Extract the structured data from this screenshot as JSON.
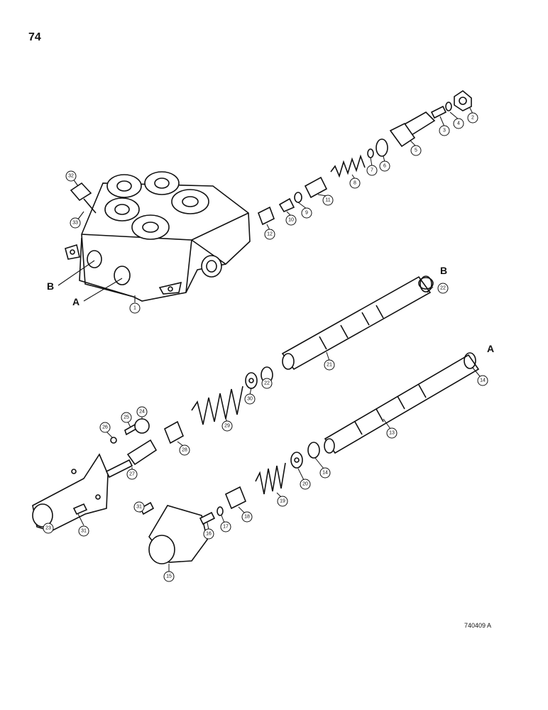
{
  "page_number": "74",
  "figure_ref": "740409 A",
  "port_labels": {
    "b_left": "B",
    "a_left": "A",
    "b_right": "B",
    "a_right": "A"
  },
  "callouts": {
    "c1": "1",
    "c2": "2",
    "c3": "3",
    "c4": "4",
    "c5": "5",
    "c6": "6",
    "c7": "7",
    "c8": "8",
    "c9": "9",
    "c10": "10",
    "c11": "11",
    "c12": "12",
    "c13": "13",
    "c14a": "14",
    "c14b": "14",
    "c15": "15",
    "c16": "16",
    "c17": "17",
    "c18": "18",
    "c19": "19",
    "c20": "20",
    "c21": "21",
    "c22a": "22",
    "c22b": "22",
    "c23": "23",
    "c24": "24",
    "c25": "25",
    "c26": "26",
    "c27": "27",
    "c28": "28",
    "c29": "29",
    "c30": "30",
    "c31a": "31",
    "c31b": "31",
    "c32": "32",
    "c33": "33"
  }
}
